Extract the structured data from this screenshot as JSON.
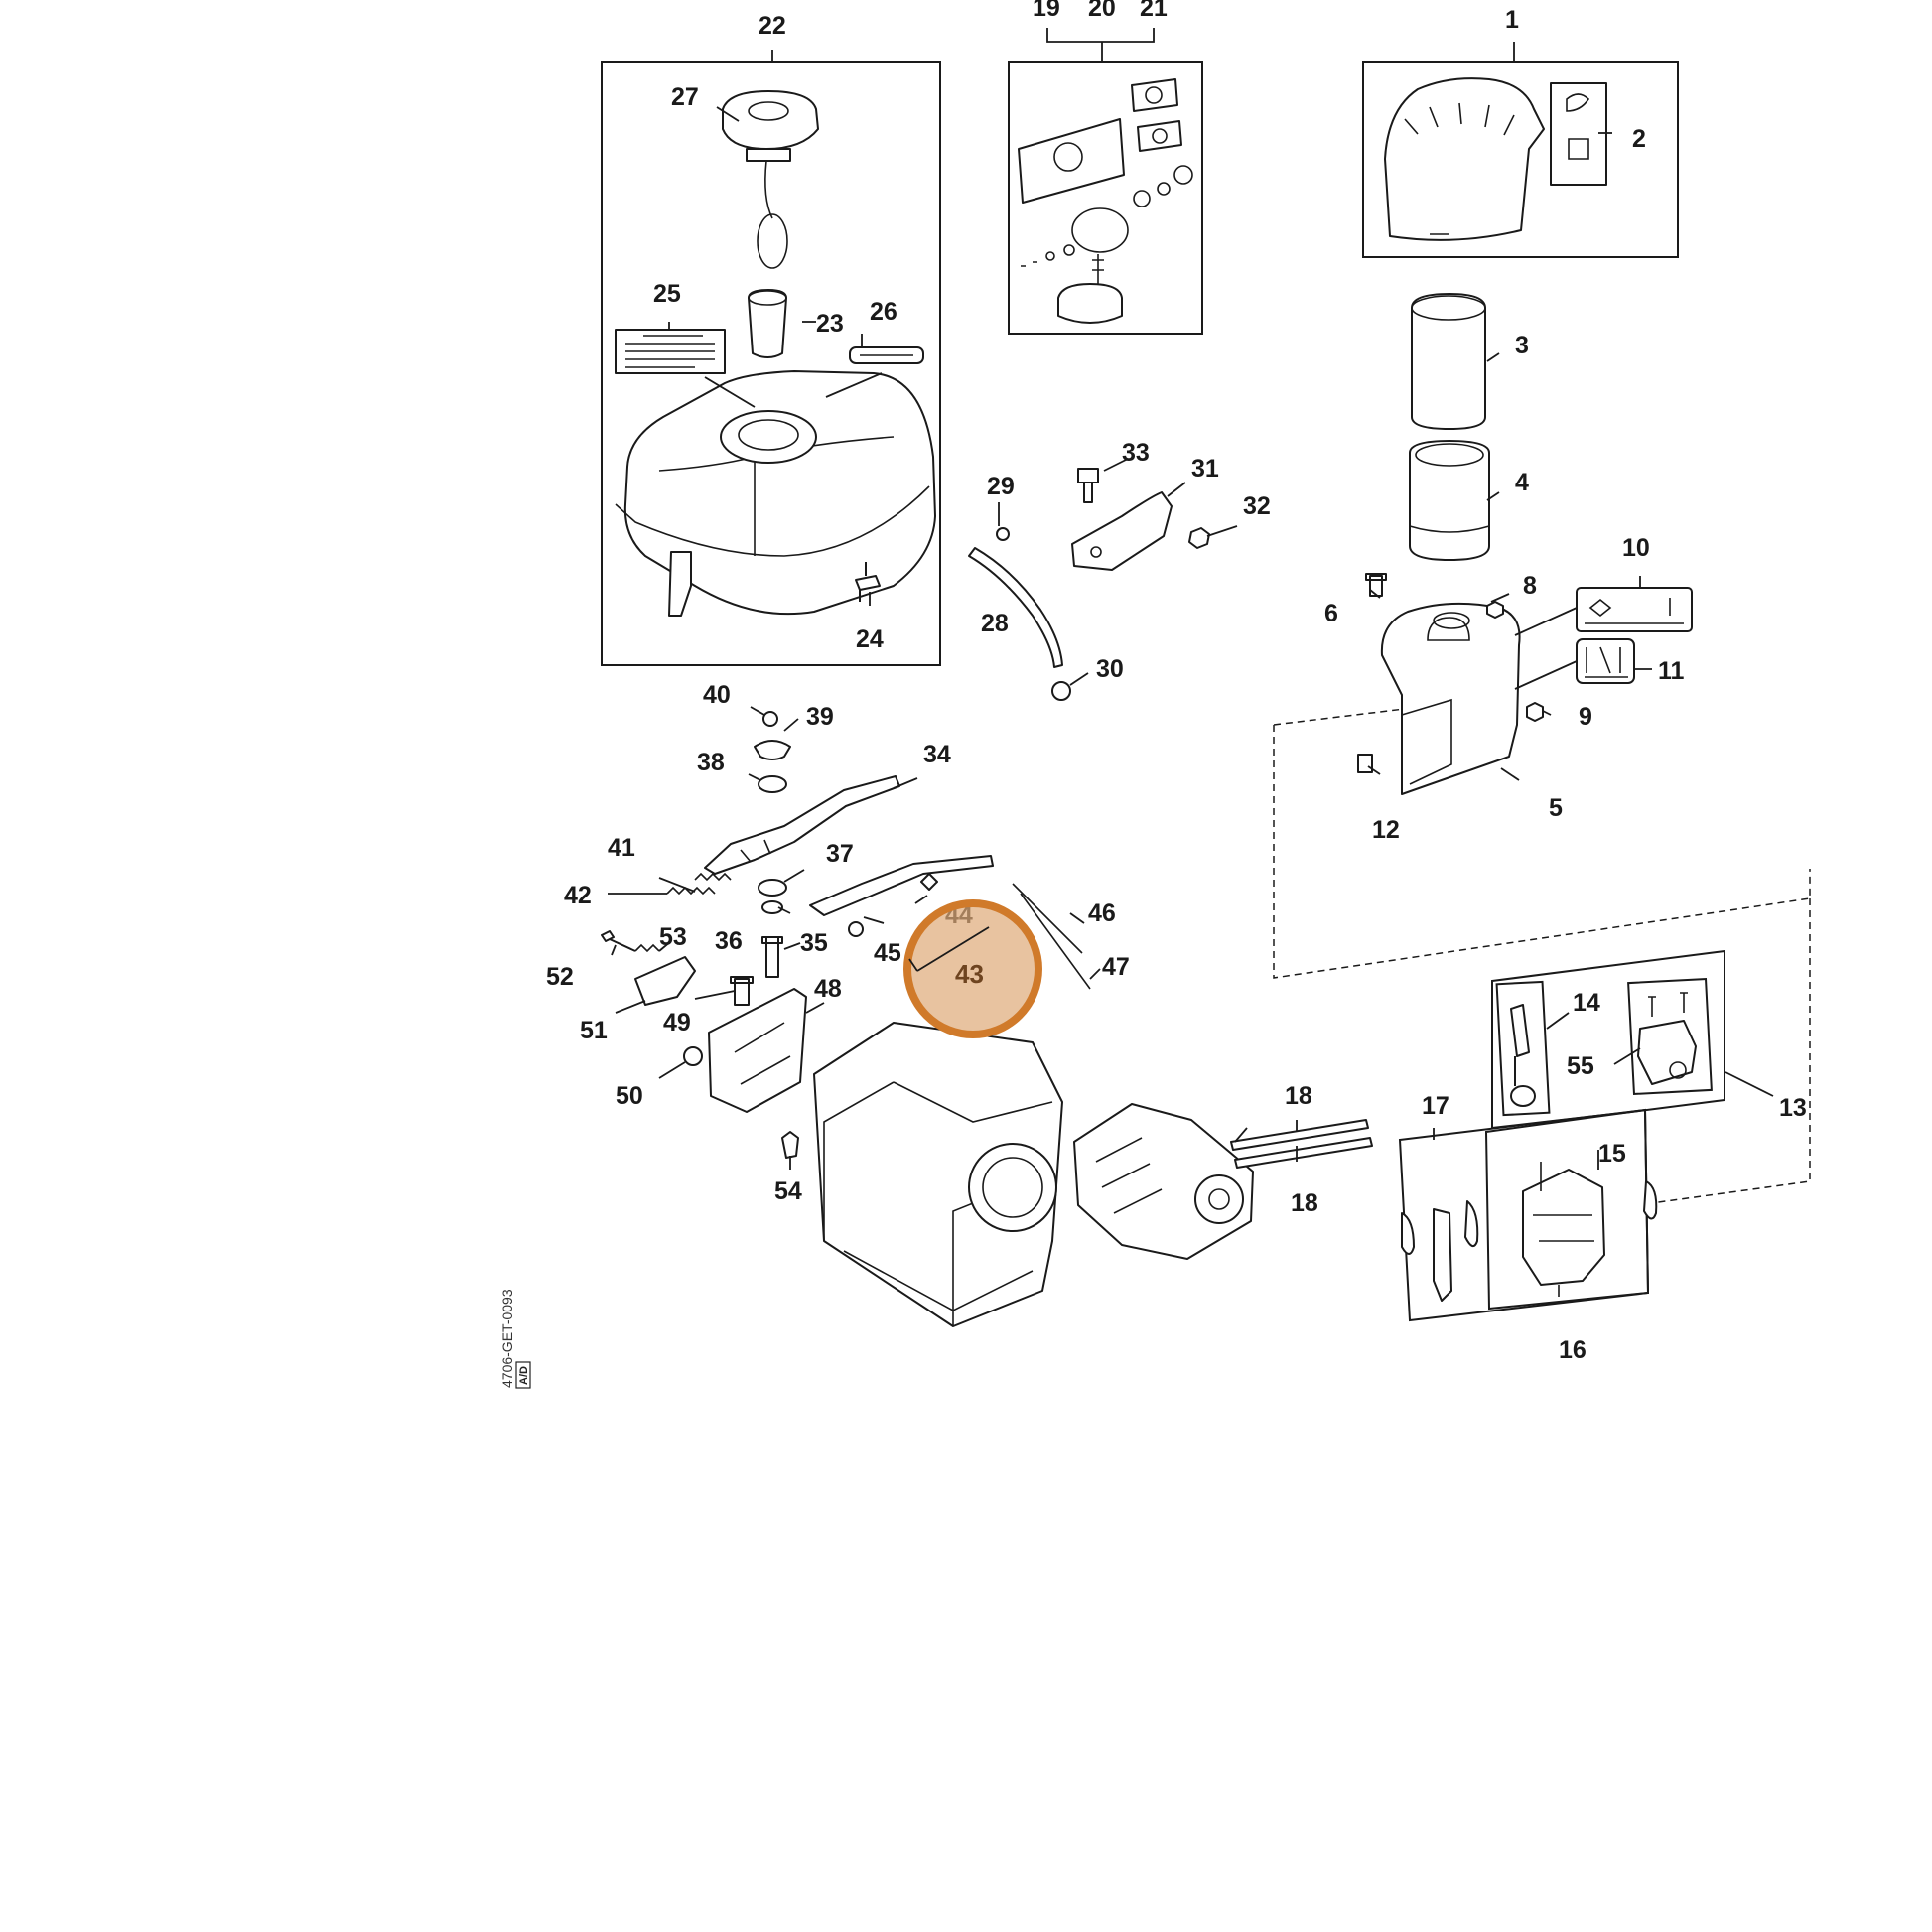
{
  "diagram": {
    "callouts": [
      {
        "id": "1",
        "label": "1"
      },
      {
        "id": "2",
        "label": "2"
      },
      {
        "id": "3",
        "label": "3"
      },
      {
        "id": "4",
        "label": "4"
      },
      {
        "id": "5",
        "label": "5"
      },
      {
        "id": "6",
        "label": "6"
      },
      {
        "id": "8",
        "label": "8"
      },
      {
        "id": "9",
        "label": "9"
      },
      {
        "id": "10",
        "label": "10"
      },
      {
        "id": "11",
        "label": "11"
      },
      {
        "id": "12",
        "label": "12"
      },
      {
        "id": "13",
        "label": "13"
      },
      {
        "id": "14",
        "label": "14"
      },
      {
        "id": "15",
        "label": "15"
      },
      {
        "id": "16",
        "label": "16"
      },
      {
        "id": "17",
        "label": "17"
      },
      {
        "id": "18a",
        "label": "18"
      },
      {
        "id": "18b",
        "label": "18"
      },
      {
        "id": "19",
        "label": "19"
      },
      {
        "id": "20",
        "label": "20"
      },
      {
        "id": "21",
        "label": "21"
      },
      {
        "id": "22",
        "label": "22"
      },
      {
        "id": "23",
        "label": "23"
      },
      {
        "id": "24",
        "label": "24"
      },
      {
        "id": "25",
        "label": "25"
      },
      {
        "id": "26",
        "label": "26"
      },
      {
        "id": "27",
        "label": "27"
      },
      {
        "id": "28",
        "label": "28"
      },
      {
        "id": "29",
        "label": "29"
      },
      {
        "id": "30",
        "label": "30"
      },
      {
        "id": "31",
        "label": "31"
      },
      {
        "id": "32",
        "label": "32"
      },
      {
        "id": "33",
        "label": "33"
      },
      {
        "id": "34",
        "label": "34"
      },
      {
        "id": "35",
        "label": "35"
      },
      {
        "id": "36",
        "label": "36"
      },
      {
        "id": "37",
        "label": "37"
      },
      {
        "id": "38",
        "label": "38"
      },
      {
        "id": "39",
        "label": "39"
      },
      {
        "id": "40",
        "label": "40"
      },
      {
        "id": "41",
        "label": "41"
      },
      {
        "id": "42",
        "label": "42"
      },
      {
        "id": "44",
        "label": "44"
      },
      {
        "id": "45",
        "label": "45"
      },
      {
        "id": "46",
        "label": "46"
      },
      {
        "id": "47",
        "label": "47"
      },
      {
        "id": "48",
        "label": "48"
      },
      {
        "id": "49",
        "label": "49"
      },
      {
        "id": "50",
        "label": "50"
      },
      {
        "id": "51",
        "label": "51"
      },
      {
        "id": "52",
        "label": "52"
      },
      {
        "id": "53",
        "label": "53"
      },
      {
        "id": "54",
        "label": "54"
      },
      {
        "id": "55",
        "label": "55"
      }
    ],
    "highlight": {
      "label": "43"
    },
    "drawing_code": "4706-GET-0093",
    "drawing_badge": "A/D"
  },
  "colors": {
    "line": "#1a1a1a",
    "highlight_fill": "#deaa78",
    "highlight_stroke": "#d07a2a"
  }
}
